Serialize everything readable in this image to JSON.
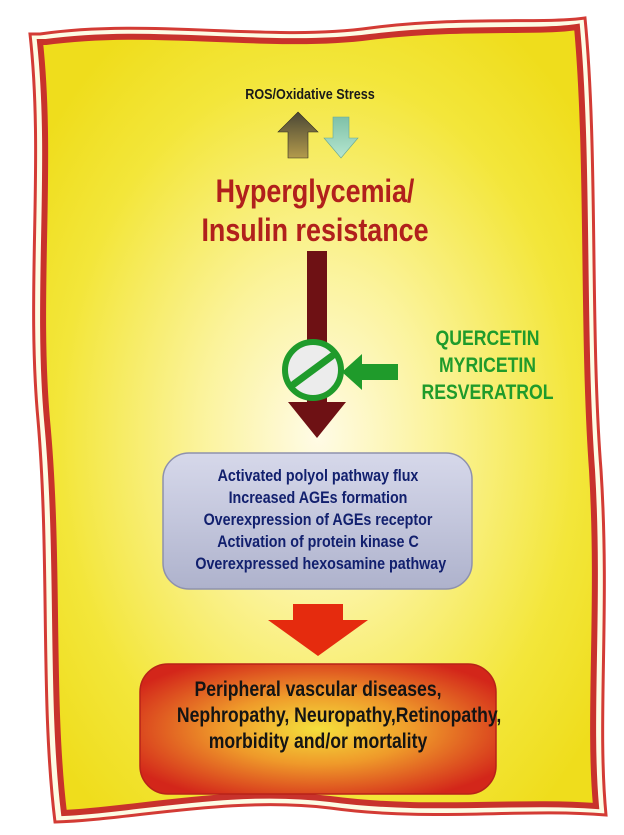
{
  "colors": {
    "frame_outer": "#d33b35",
    "frame_inner": "#c8322c",
    "background_center": "#fffbe6",
    "background_edge": "#f0e021",
    "trunk_arrow": "#6e1114",
    "inhibitor": "#1f9b2b",
    "mechanism_box": "#c3c6dc",
    "outcome_box": "#d93a1c",
    "red_arrow": "#e52b0e"
  },
  "icons": {
    "up_arrow": "up-arrow-icon",
    "down_arrow": "down-arrow-icon",
    "inhibition": "inhibition-symbol-icon"
  },
  "top_label": "ROS/Oxidative Stress",
  "central_condition": {
    "line1": "Hyperglycemia/",
    "line2": "Insulin resistance"
  },
  "inhibitors": [
    "QUERCETIN",
    "MYRICETIN",
    "RESVERATROL"
  ],
  "mechanisms": [
    "Activated polyol pathway flux",
    "Increased AGEs formation",
    "Overexpression of AGEs receptor",
    "Activation of protein kinase C",
    "Overexpressed hexosamine pathway"
  ],
  "outcomes": [
    "Peripheral vascular diseases,",
    "Nephropathy, Neuropathy,Retinopathy,",
    "morbidity and/or mortality"
  ]
}
